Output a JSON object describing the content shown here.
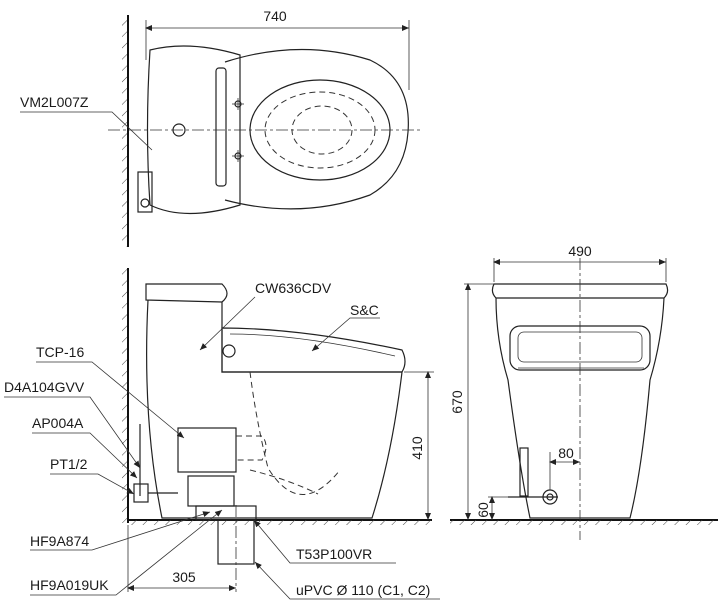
{
  "dimensions": {
    "top_width": "740",
    "side_width": "490",
    "height_total": "670",
    "seat_height": "410",
    "rough_in": "305",
    "offset_80": "80",
    "height_60": "60"
  },
  "labels": {
    "seat_code": "VM2L007Z",
    "washlet": "CW636CDV",
    "body": "S&C",
    "valve": "TCP-16",
    "stop_valve": "D4A104GVV",
    "hose": "AP004A",
    "thread": "PT1/2",
    "flange": "HF9A874",
    "adapter": "HF9A019UK",
    "outlet": "T53P100VR",
    "pipe": "uPVC Ø 110 (C1, C2)"
  }
}
